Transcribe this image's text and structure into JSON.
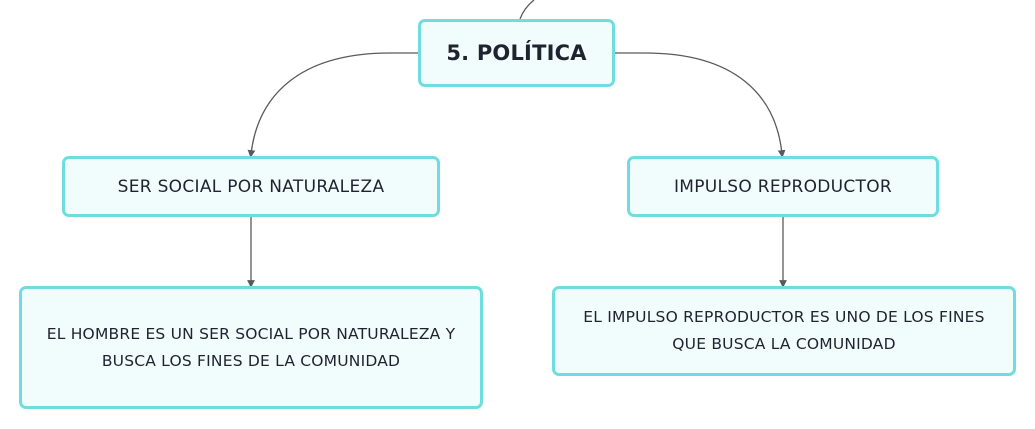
{
  "mindmap": {
    "root": {
      "label": "5. POLÍTICA"
    },
    "branches": [
      {
        "label": "SER SOCIAL POR NATURALEZA",
        "detail": "EL HOMBRE ES UN SER SOCIAL POR NATURALEZA Y BUSCA LOS FINES DE LA COMUNIDAD"
      },
      {
        "label": "IMPULSO REPRODUCTOR",
        "detail": "EL IMPULSO REPRODUCTOR ES UNO DE LOS FINES QUE BUSCA LA COMUNIDAD"
      }
    ]
  },
  "colors": {
    "node_border": "#6fdde0",
    "node_fill": "#f1fcfc",
    "connector": "#5a5a5a",
    "text": "#1f2330"
  }
}
